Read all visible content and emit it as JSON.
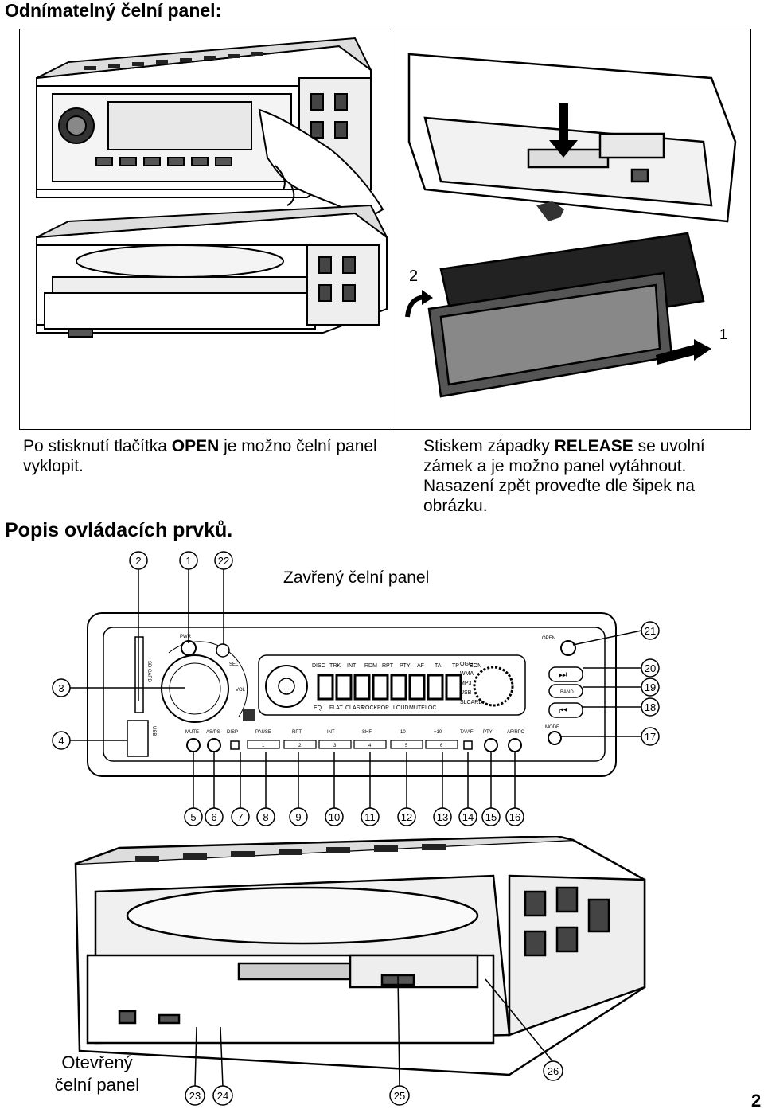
{
  "page_title": "Odnímatelný čelní panel:",
  "left_caption": {
    "pre": "Po stisknutí tlačítka ",
    "bold": "OPEN",
    "post": " je možno čelní panel vyklopit."
  },
  "right_caption": {
    "pre": "Stiskem západky ",
    "bold": "RELEASE",
    "post": " se uvolní zámek a je možno panel vytáhnout. Nasazení zpět proveďte dle šipek na obrázku."
  },
  "step_numbers": {
    "one": "1",
    "two": "2"
  },
  "section_heading": "Popis ovládacích prvků.",
  "closed_panel_label": "Zavřený čelní panel",
  "open_panel_label_line1": "Otevřený",
  "open_panel_label_line2": "čelní panel",
  "page_number": "2",
  "callouts": {
    "top": [
      "2",
      "1",
      "22"
    ],
    "right": [
      "21",
      "20",
      "19",
      "18",
      "17"
    ],
    "left": [
      "3",
      "4"
    ],
    "bottom": [
      "5",
      "6",
      "7",
      "8",
      "9",
      "10",
      "11",
      "12",
      "13",
      "14",
      "15",
      "16"
    ],
    "open": [
      "23",
      "24",
      "25",
      "26"
    ]
  },
  "panel_buttons": [
    "MUTE",
    "AS/PS",
    "DISP",
    "PAUSE",
    "RPT",
    "INT",
    "SHF",
    "-10",
    "+10",
    "TA/AF",
    "PTY",
    "AF/RPC"
  ],
  "preset_numbers": [
    "1",
    "2",
    "3",
    "4",
    "5",
    "6"
  ],
  "display_top_labels": [
    "DISC",
    "TRK",
    "INT",
    "RDM",
    "RPT",
    "PTY",
    "AF",
    "TA",
    "TP",
    "EON"
  ],
  "display_bottom_labels": [
    "EQ",
    "FLAT",
    "CLASS",
    "ROCK",
    "POP",
    "LOUD",
    "MUTE",
    "LOC"
  ],
  "display_right_labels": [
    "OGG",
    "WMA",
    "MP3",
    "USB",
    "SLCARD"
  ],
  "side_button_labels": [
    "OPEN",
    "BAND",
    "MODE"
  ],
  "knob_labels": [
    "PWR",
    "VOL",
    "SEL"
  ],
  "slot_labels": [
    "SD CARD",
    "USB"
  ]
}
